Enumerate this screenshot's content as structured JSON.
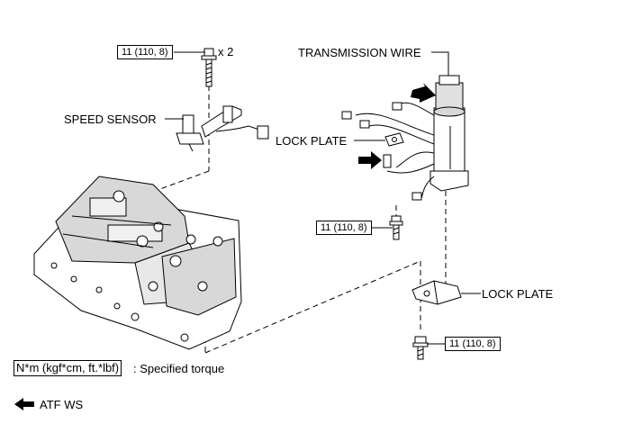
{
  "labels": {
    "speed_sensor": "SPEED SENSOR",
    "transmission_wire": "TRANSMISSION WIRE",
    "lock_plate_top": "LOCK PLATE",
    "lock_plate_bottom": "LOCK PLATE",
    "quantity": "x 2"
  },
  "torque": {
    "top_left": "11 (110, 8)",
    "middle": "11 (110, 8)",
    "bottom_right": "11 (110, 8)"
  },
  "legend": {
    "key": "N*m (kgf*cm, ft.*lbf)",
    "description": ": Specified torque"
  },
  "footer": {
    "arrow_icon": "left-arrow",
    "code": "ATF WS"
  },
  "colors": {
    "line": "#000000",
    "background": "#ffffff",
    "shade": "#d8d8d8"
  }
}
